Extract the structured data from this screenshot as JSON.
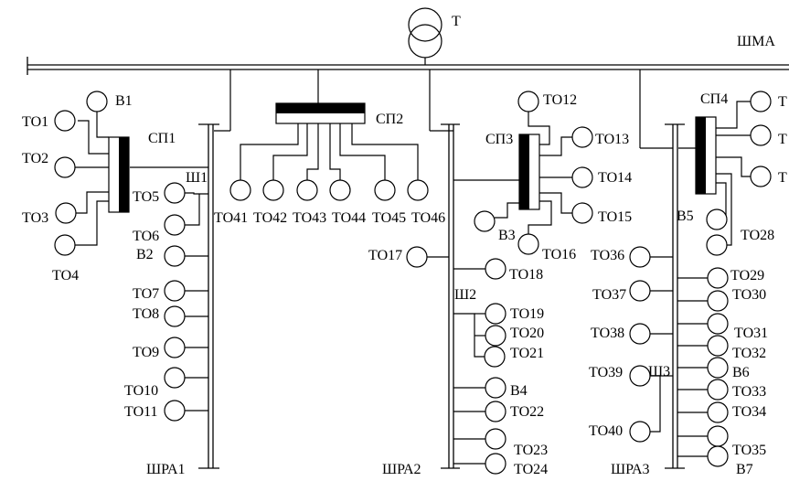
{
  "diagram": {
    "transformer_label": "Т",
    "main_bus_label": "ШМА",
    "buses": {
      "shra1": "ШРА1",
      "shra2": "ШРА2",
      "shra3": "ШРА3"
    },
    "cabinets": {
      "sp1": "СП1",
      "sp2": "СП2",
      "sp3": "СП3",
      "sp4": "СП4"
    },
    "junctions": {
      "sh1": "Ш1",
      "sh2": "Ш2",
      "sh3": "Ш3"
    },
    "sp1_loads": [
      "ТО1",
      "ТО2",
      "ТО3",
      "ТО4",
      "В1"
    ],
    "sp2_loads": [
      "ТО41",
      "ТО42",
      "ТО43",
      "ТО44",
      "ТО45",
      "ТО46"
    ],
    "shra1_loads": [
      "ТО5",
      "ТО6",
      "В2",
      "ТО7",
      "ТО8",
      "ТО9",
      "ТО10",
      "ТО11"
    ],
    "sp3_loads": [
      "ТО12",
      "ТО13",
      "ТО14",
      "ТО15",
      "ТО16",
      "В3"
    ],
    "shra2_loads": [
      "ТО17",
      "ТО18",
      "ТО19",
      "ТО20",
      "ТО21",
      "В4",
      "ТО22",
      "ТО23",
      "ТО24"
    ],
    "sp4_loads": [
      "Т",
      "Т",
      "Т",
      "В5",
      "ТО28"
    ],
    "shra3_loads": [
      "ТО36",
      "ТО37",
      "ТО38",
      "ТО39",
      "ТО40",
      "ТО29",
      "ТО30",
      "ТО31",
      "ТО32",
      "В6",
      "ТО33",
      "ТО34",
      "ТО35",
      "В7"
    ]
  }
}
